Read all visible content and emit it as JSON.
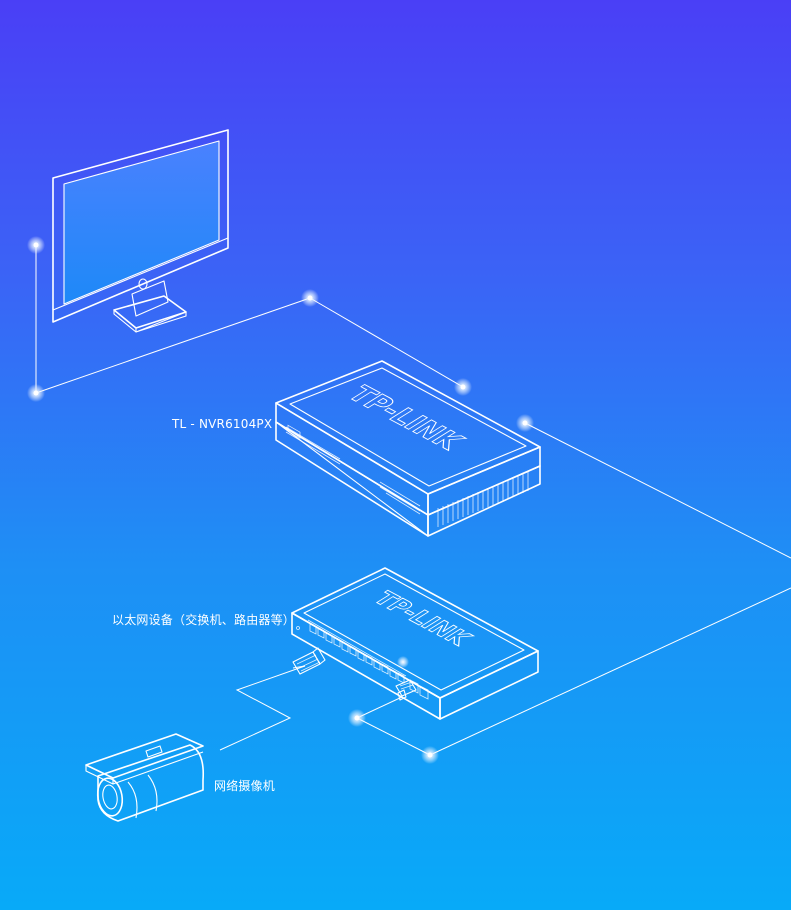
{
  "labels": {
    "nvr": "TL - NVR6104PX",
    "switch": "以太网设备（交换机、路由器等）",
    "camera": "网络摄像机"
  },
  "brand": {
    "logo_text": "TP-LINK"
  },
  "colors": {
    "gradient_top": "#4a3ff6",
    "gradient_bottom": "#08aaf8",
    "line": "#ffffff",
    "node_glow": "#e6f2ff"
  },
  "icons": [
    "monitor-icon",
    "nvr-device-icon",
    "switch-device-icon",
    "bullet-camera-icon",
    "ethernet-plug-icon"
  ]
}
